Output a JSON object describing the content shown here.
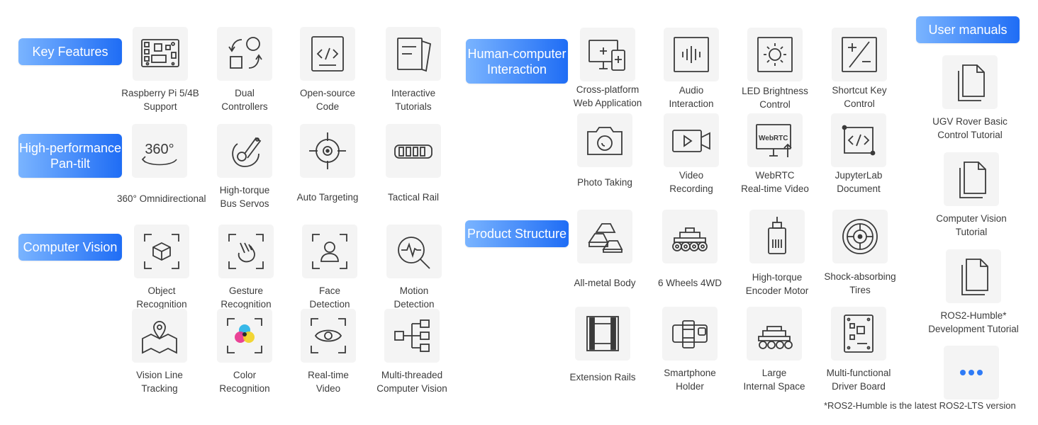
{
  "sections": {
    "key_features": "Key Features",
    "pan_tilt_l1": "High-performance",
    "pan_tilt_l2": "Pan-tilt",
    "computer_vision": "Computer Vision",
    "hci_l1": "Human-computer",
    "hci_l2": "Interaction",
    "product_structure": "Product Structure",
    "user_manuals": "User manuals"
  },
  "icon_texts": {
    "degrees": "360°",
    "webrtc": "WebRTC"
  },
  "features": {
    "raspberry_pi": [
      "Raspberry Pi 5/4B",
      "Support"
    ],
    "dual_controllers": [
      "Dual",
      "Controllers"
    ],
    "open_source": [
      "Open-source",
      "Code"
    ],
    "tutorials": [
      "Interactive",
      "Tutorials"
    ],
    "omni": [
      "360° Omnidirectional"
    ],
    "bus_servos": [
      "High-torque",
      "Bus Servos"
    ],
    "auto_targeting": [
      "Auto Targeting"
    ],
    "tactical_rail": [
      "Tactical Rail"
    ],
    "object_recognition": [
      "Object",
      "Recognition"
    ],
    "gesture_recognition": [
      "Gesture",
      "Recognition"
    ],
    "face_detection": [
      "Face",
      "Detection"
    ],
    "motion_detection": [
      "Motion",
      "Detection"
    ],
    "line_tracking": [
      "Vision Line",
      "Tracking"
    ],
    "color_recognition": [
      "Color",
      "Recognition"
    ],
    "realtime_video": [
      "Real-time",
      "Video"
    ],
    "multithreaded_cv": [
      "Multi-threaded",
      "Computer Vision"
    ],
    "web_app": [
      "Cross-platform",
      "Web Application"
    ],
    "audio": [
      "Audio",
      "Interaction"
    ],
    "led": [
      "LED Brightness",
      "Control"
    ],
    "shortcut": [
      "Shortcut Key",
      "Control"
    ],
    "photo": [
      "Photo Taking"
    ],
    "video_rec": [
      "Video",
      "Recording"
    ],
    "webrtc_video": [
      "WebRTC",
      "Real-time Video"
    ],
    "jupyterlab": [
      "JupyterLab",
      "Document"
    ],
    "metal_body": [
      "All-metal Body"
    ],
    "wheels": [
      "6 Wheels 4WD"
    ],
    "encoder_motor": [
      "High-torque",
      "Encoder Motor"
    ],
    "tires": [
      "Shock-absorbing",
      "Tires"
    ],
    "extension_rails": [
      "Extension Rails"
    ],
    "phone_holder": [
      "Smartphone",
      "Holder"
    ],
    "internal_space": [
      "Large",
      "Internal Space"
    ],
    "driver_board": [
      "Multi-functional",
      "Driver Board"
    ]
  },
  "manuals": {
    "basic_control": [
      "UGV Rover Basic",
      "Control Tutorial"
    ],
    "cv_tutorial": [
      "Computer Vision",
      "Tutorial"
    ],
    "ros2_tutorial": [
      "ROS2-Humble*",
      "Development Tutorial"
    ]
  },
  "footnote": "*ROS2-Humble is the latest ROS2-LTS version",
  "colors": {
    "accent": "#1f6df5",
    "accent_light": "#7ab4ff",
    "tile_bg": "#f4f4f4",
    "icon_stroke": "#3a3a3a"
  }
}
